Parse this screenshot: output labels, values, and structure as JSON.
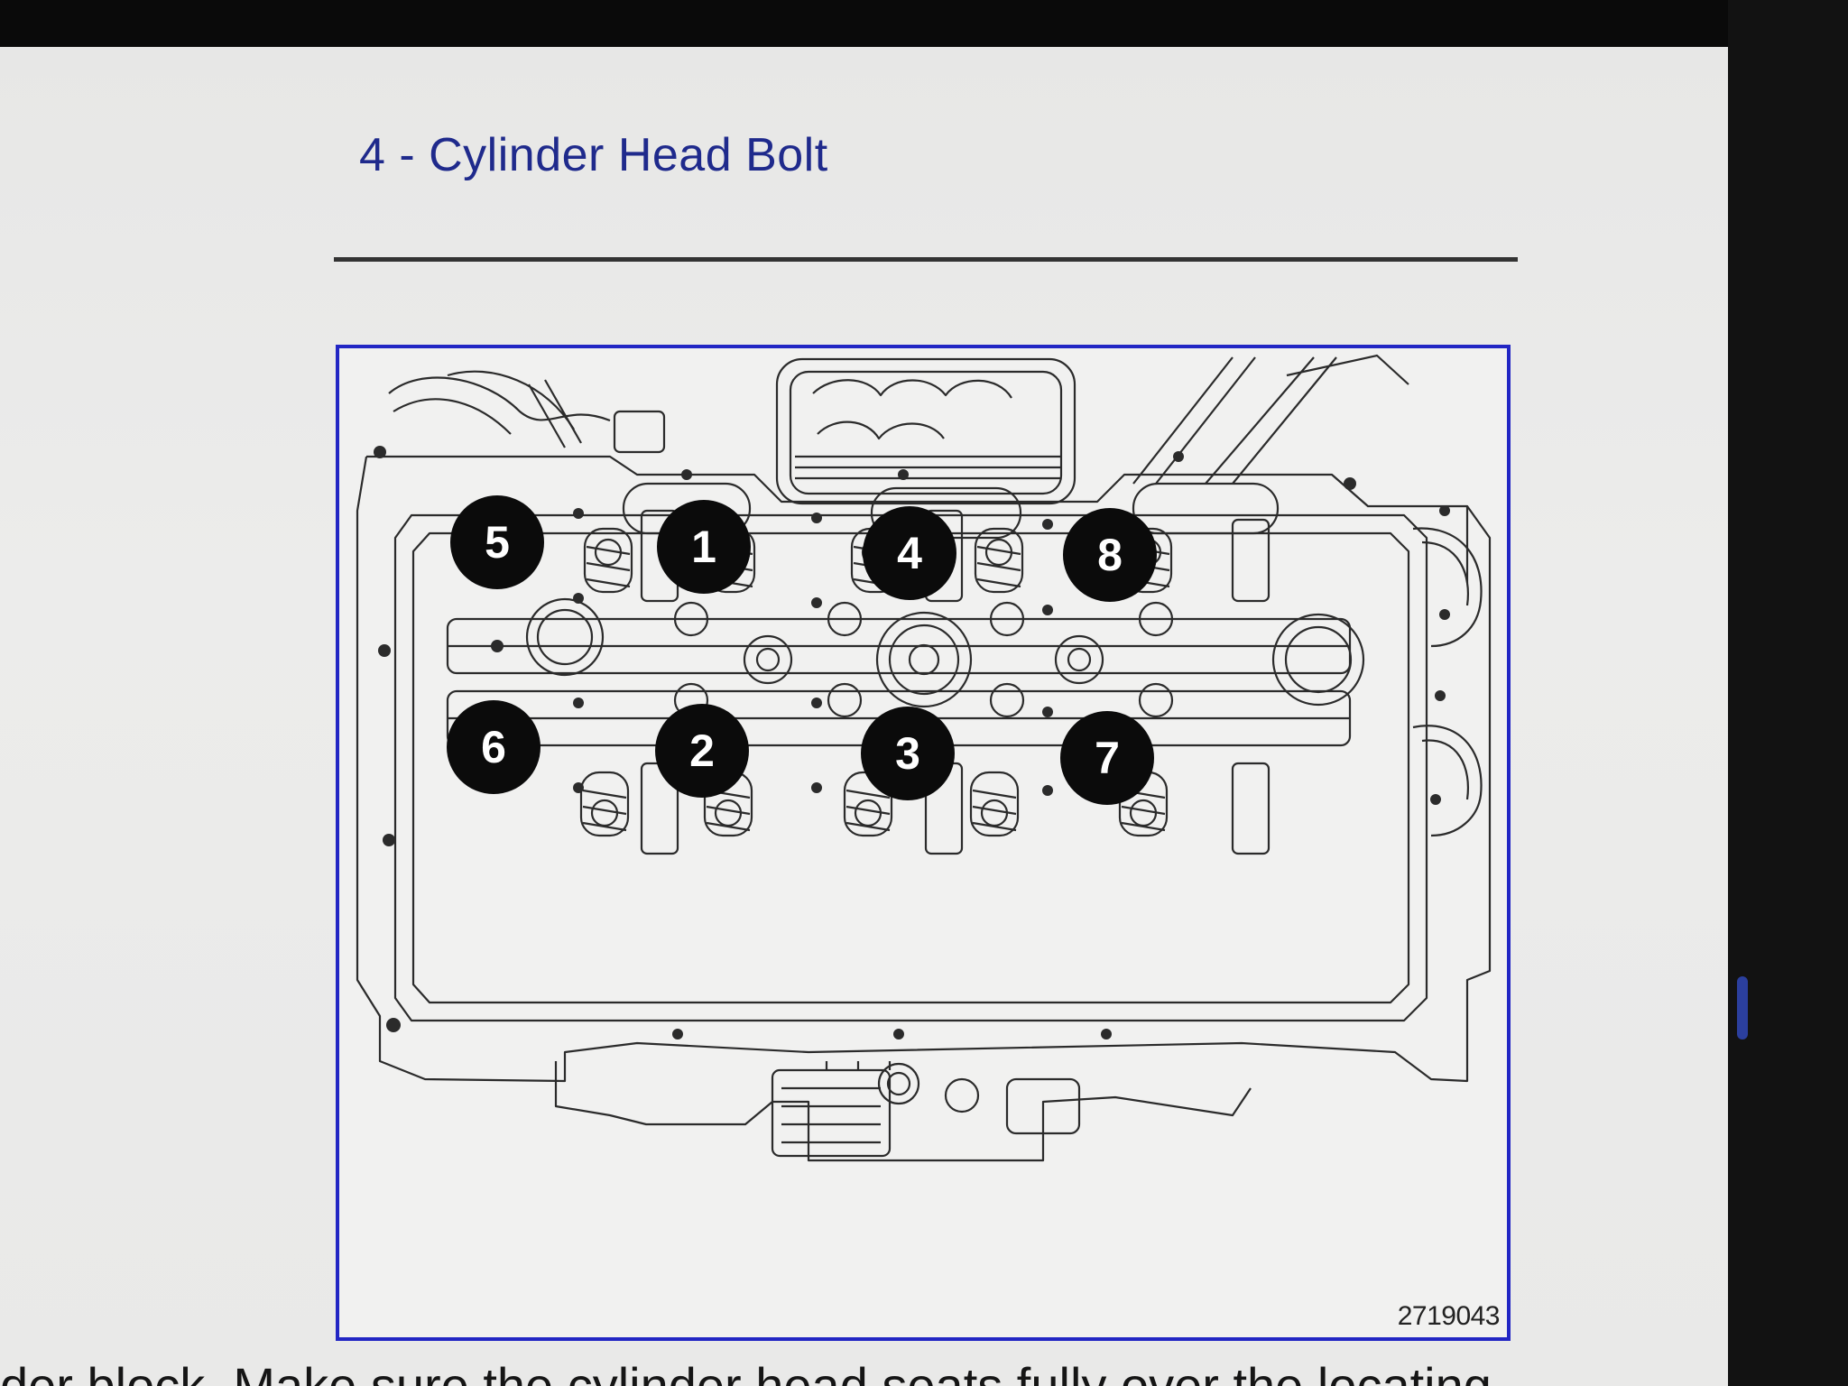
{
  "heading": "4 - Cylinder Head Bolt",
  "figure": {
    "id": "2719043",
    "callouts": [
      "5",
      "1",
      "4",
      "8",
      "6",
      "2",
      "3",
      "7"
    ]
  },
  "body_text": "der block. Make sure the cylinder head seats fully over the locating",
  "colors": {
    "heading": "#1f2a8c",
    "figure_border": "#2226c4",
    "callout": "#0b0b0b"
  }
}
